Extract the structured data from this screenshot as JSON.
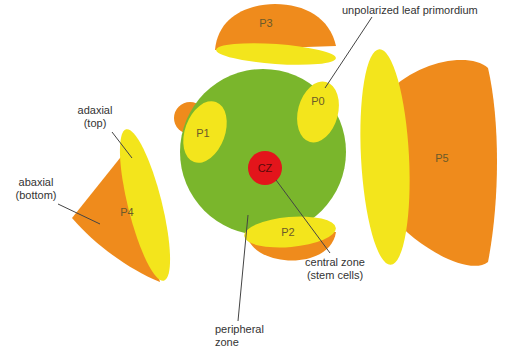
{
  "diagram": {
    "nodes": [
      {
        "text": [
          "P3"
        ]
      },
      {
        "text": [
          "P0"
        ]
      },
      {
        "text": [
          "P1"
        ]
      },
      {
        "text": [
          "CZ"
        ]
      },
      {
        "text": [
          "P5"
        ]
      },
      {
        "text": [
          "P4"
        ]
      },
      {
        "text": [
          "P2"
        ]
      }
    ],
    "labels": [
      "unpolarized leaf primordium",
      "adaxial (top)",
      "abaxial (bottom)",
      "central zone (stem cells)",
      "peripheral zone"
    ]
  }
}
